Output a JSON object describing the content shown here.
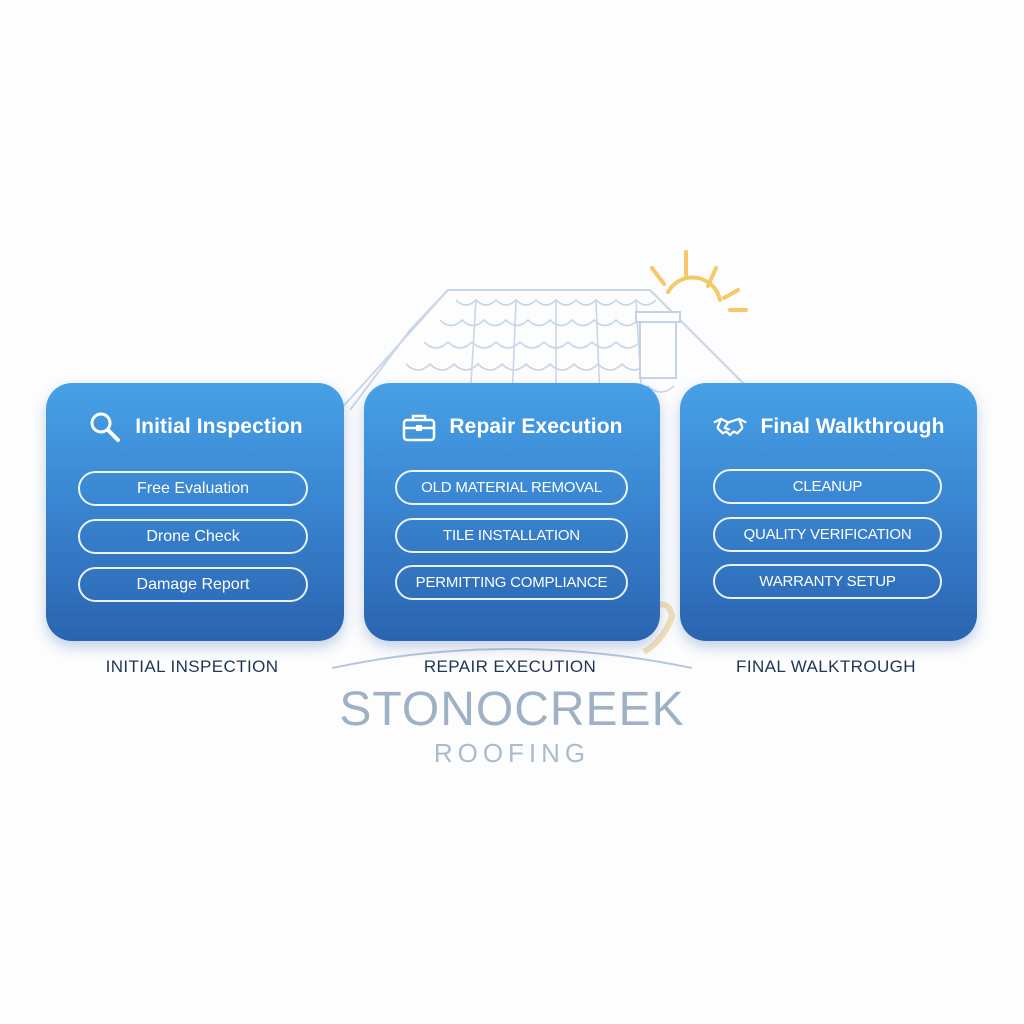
{
  "brand": {
    "name": "STONOCREEK",
    "sub": "ROOFING"
  },
  "colors": {
    "card_top": "#47a1e6",
    "card_bottom": "#2a64b0",
    "label_text": "#1e3553",
    "sun": "#f5c96a"
  },
  "steps": [
    {
      "title": "Initial Inspection",
      "icon": "magnifier-icon",
      "items": [
        "Free Evaluation",
        "Drone Check",
        "Damage Report"
      ],
      "caption": "INITIAL INSPECTION"
    },
    {
      "title": "Repair Execution",
      "icon": "toolbox-icon",
      "items": [
        "OLD MATERIAL REMOVAL",
        "TILE INSTALLATION",
        "PERMITTING COMPLIANCE"
      ],
      "caption": "REPAIR EXECUTION"
    },
    {
      "title": "Final Walkthrough",
      "icon": "handshake-icon",
      "items": [
        "CLEANUP",
        "QUALITY VERIFICATION",
        "WARRANTY SETUP"
      ],
      "caption": "FINAL WALKTROUGH"
    }
  ]
}
